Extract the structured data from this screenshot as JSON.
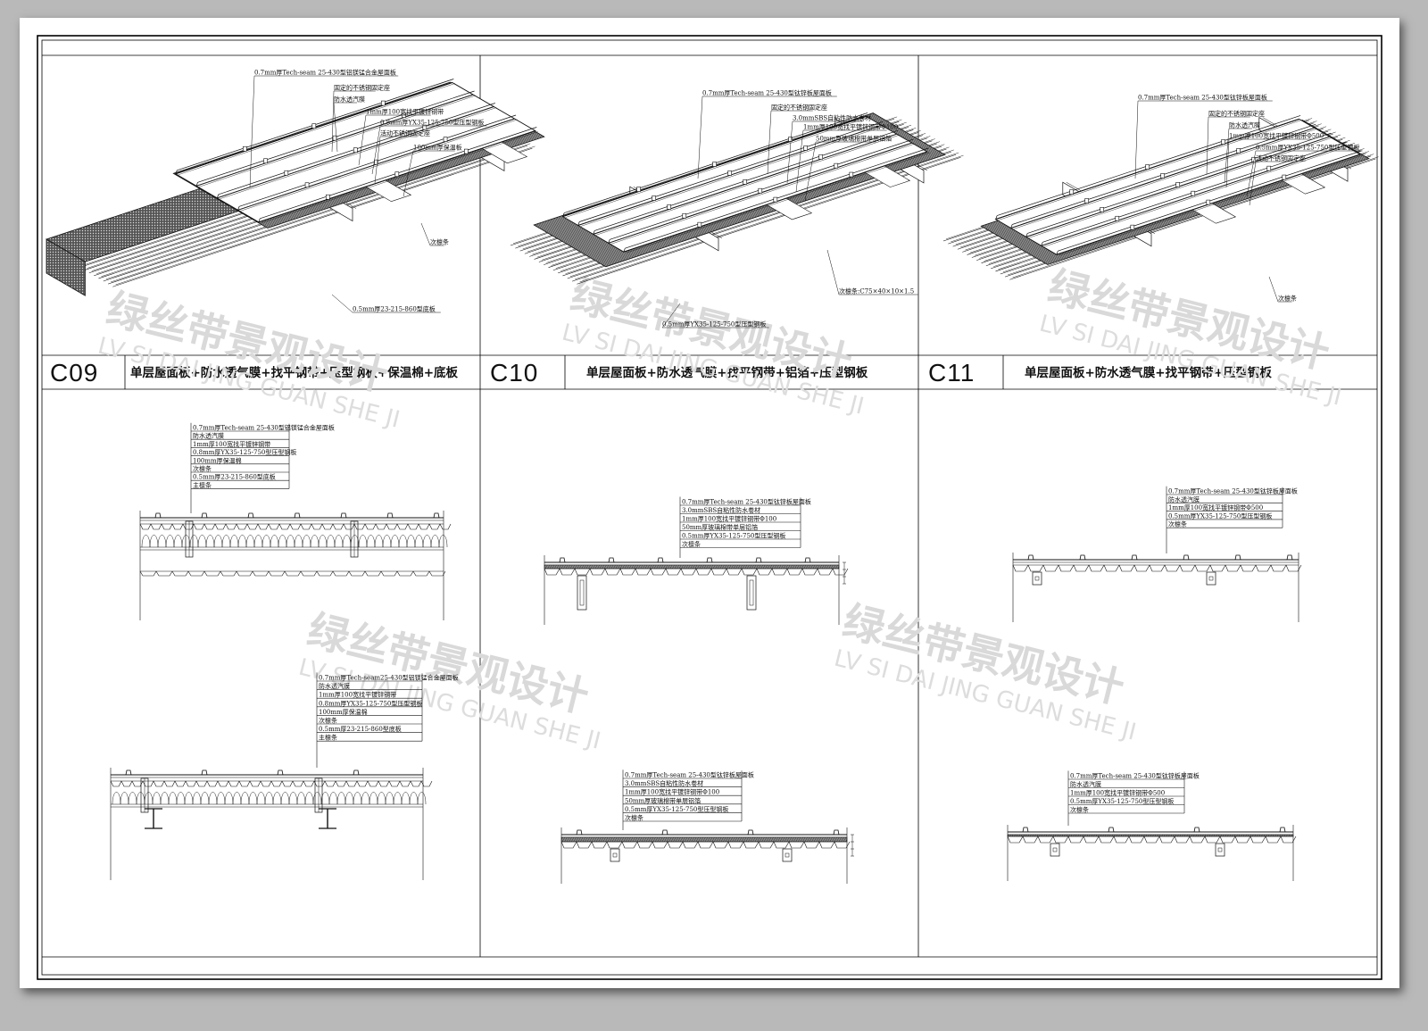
{
  "panels": [
    {
      "code": "C09",
      "caption": "单层屋面板+防水透气膜+找平钢带+压型钢板+保温棉+底板",
      "iso_labels": [
        "0.7mm厚Tech-seam 25-430型铝镁锰合金屋面板",
        "固定的不锈钢固定座",
        "防水透汽膜",
        "1mm厚100宽找平镀锌钢带",
        "0.8mm厚YX35-125-750型压型钢板",
        "活动不锈钢固定座",
        "100mm厚保温板",
        "次檩条",
        "0.5mm厚23-215-860型底板"
      ],
      "section1_labels": [
        "0.7mm厚Tech-seam 25-430型铝镁锰合金屋面板",
        "防水透汽膜",
        "1mm厚100宽找平镀锌钢带",
        "0.8mm厚YX35-125-750型压型钢板",
        "100mm厚保温棉",
        "次檩条",
        "0.5mm厚23-215-860型底板",
        "主檩条"
      ],
      "section2_labels": [
        "0.7mm厚Tech-seam25-430型铝镁锰合金屋面板",
        "防水透汽膜",
        "1mm厚100宽找平镀锌钢带",
        "0.8mm厚YX35-125-750型压型钢板",
        "100mm厚保温棉",
        "次檩条",
        "0.5mm厚23-215-860型底板",
        "主檩条"
      ]
    },
    {
      "code": "C10",
      "caption": "单层屋面板+防水透气膜+找平钢带+铝箔+压型钢板",
      "iso_labels": [
        "0.7mm厚Tech-seam 25-430型钛锌板屋面板",
        "固定的不锈钢固定座",
        "3.0mmSBS自粘性防水卷材",
        "1mm厚100宽找平镀锌钢带Φ100",
        "50mm厚玻璃棉带单层铝箔",
        "次檩条:C75×40×10×1.5",
        "0.5mm厚YX35-125-750型压型钢板"
      ],
      "section1_labels": [
        "0.7mm厚Tech-seam 25-430型钛锌板屋面板",
        "3.0mmSBS自粘性防水卷材",
        "1mm厚100宽找平镀锌钢带Φ100",
        "50mm厚玻璃棉带单层铝箔",
        "0.5mm厚YX35-125-750型压型钢板",
        "次檩条"
      ],
      "section2_labels": [
        "0.7mm厚Tech-seam 25-430型钛锌板屋面板",
        "3.0mmSBS自粘性防水卷材",
        "1mm厚100宽找平镀锌钢带Φ100",
        "50mm厚玻璃棉带单层铝箔",
        "0.5mm厚YX35-125-750型压型钢板",
        "次檩条"
      ]
    },
    {
      "code": "C11",
      "caption": "单层屋面板+防水透气膜+找平钢带+压型钢板",
      "iso_labels": [
        "0.7mm厚Tech-seam 25-430型钛锌板屋面板",
        "固定的不锈钢固定座",
        "防水透汽膜",
        "1mm厚100宽找平镀锌钢带Φ500",
        "0.5mm厚YX35-125-750型压型钢板",
        "活动不锈钢固定座",
        "次檩条"
      ],
      "section1_labels": [
        "0.7mm厚Tech-seam 25-430型钛锌板屋面板",
        "防水透汽膜",
        "1mm厚100宽找平镀锌钢带Φ500",
        "0.5mm厚YX35-125-750型压型钢板",
        "次檩条"
      ],
      "section2_labels": [
        "0.7mm厚Tech-seam 25-430型钛锌板屋面板",
        "防水透汽膜",
        "1mm厚100宽找平镀锌钢带Φ500",
        "0.5mm厚YX35-125-750型压型钢板",
        "次檩条"
      ]
    }
  ],
  "watermark": {
    "cn": "绿丝带景观设计",
    "en": "LV SI DAI JING GUAN SHE JI"
  }
}
